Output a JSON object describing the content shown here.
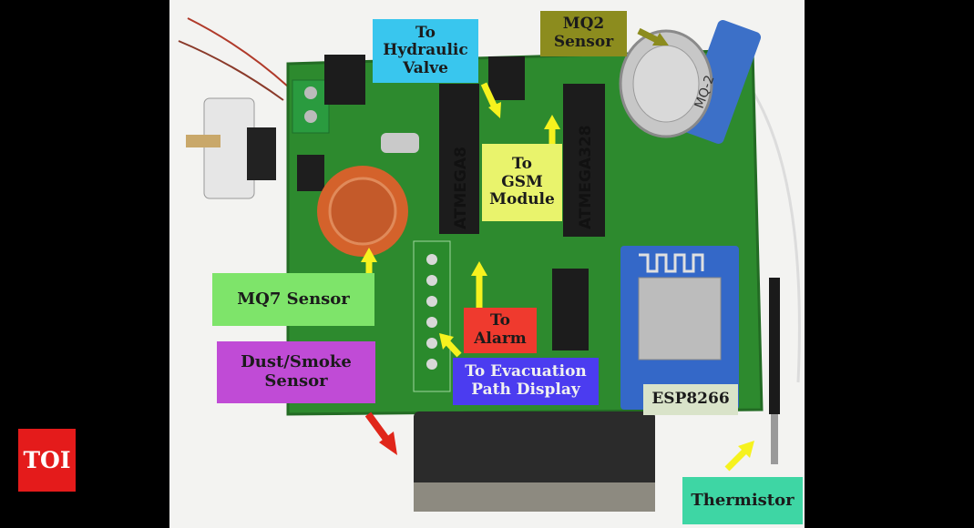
{
  "brand": {
    "logo_text": "TOI",
    "logo_color": "#e41b1b"
  },
  "photo": {
    "background": "#f3f3f1",
    "board_color": "#2d8a2e"
  },
  "labels": {
    "hydraulic_valve": "To\nHydraulic\nValve",
    "mq2_sensor": "MQ2\nSensor",
    "gsm_module": "To\nGSM\nModule",
    "mq7_sensor": "MQ7 Sensor",
    "dust_smoke_sensor": "Dust/Smoke\nSensor",
    "alarm": "To\nAlarm",
    "evacuation_path_display": "To Evacuation\nPath Display",
    "esp8266": "ESP8266",
    "thermistor": "Thermistor"
  },
  "chips": {
    "atmega8": "ATMEGA8",
    "atmega328": "ATMEGA328",
    "mq2_marking": "MQ-2"
  },
  "colors": {
    "hydraulic_valve": "#39c6ee",
    "mq2_sensor": "#8c8c1e",
    "gsm_module": "#e9f36c",
    "mq7_sensor": "#7ee46a",
    "dust_smoke_sensor": "#c04bd6",
    "alarm": "#ef3a2e",
    "evacuation_path_display": "#4b3cf0",
    "esp8266": "#d9e3c9",
    "thermistor": "#3ed6a4",
    "arrow_yellow": "#f6f21e",
    "arrow_olive": "#8c8c1e",
    "arrow_red": "#e0261a"
  }
}
